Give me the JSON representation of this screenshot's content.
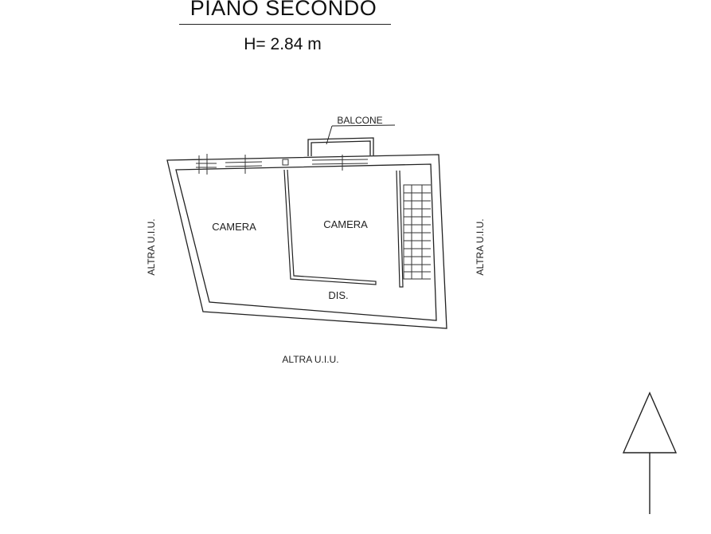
{
  "header": {
    "title": "PIANO SECONDO",
    "height": "H= 2.84 m"
  },
  "rooms": {
    "room_left": "CAMERA",
    "room_right": "CAMERA",
    "corridor": "DIS.",
    "balcony": "BALCONE"
  },
  "neighbors": {
    "left": "ALTRA U.I.U.",
    "right": "ALTRA U.I.U.",
    "bottom": "ALTRA U.I.U."
  },
  "north_arrow": {
    "icon": "north-arrow-icon"
  }
}
